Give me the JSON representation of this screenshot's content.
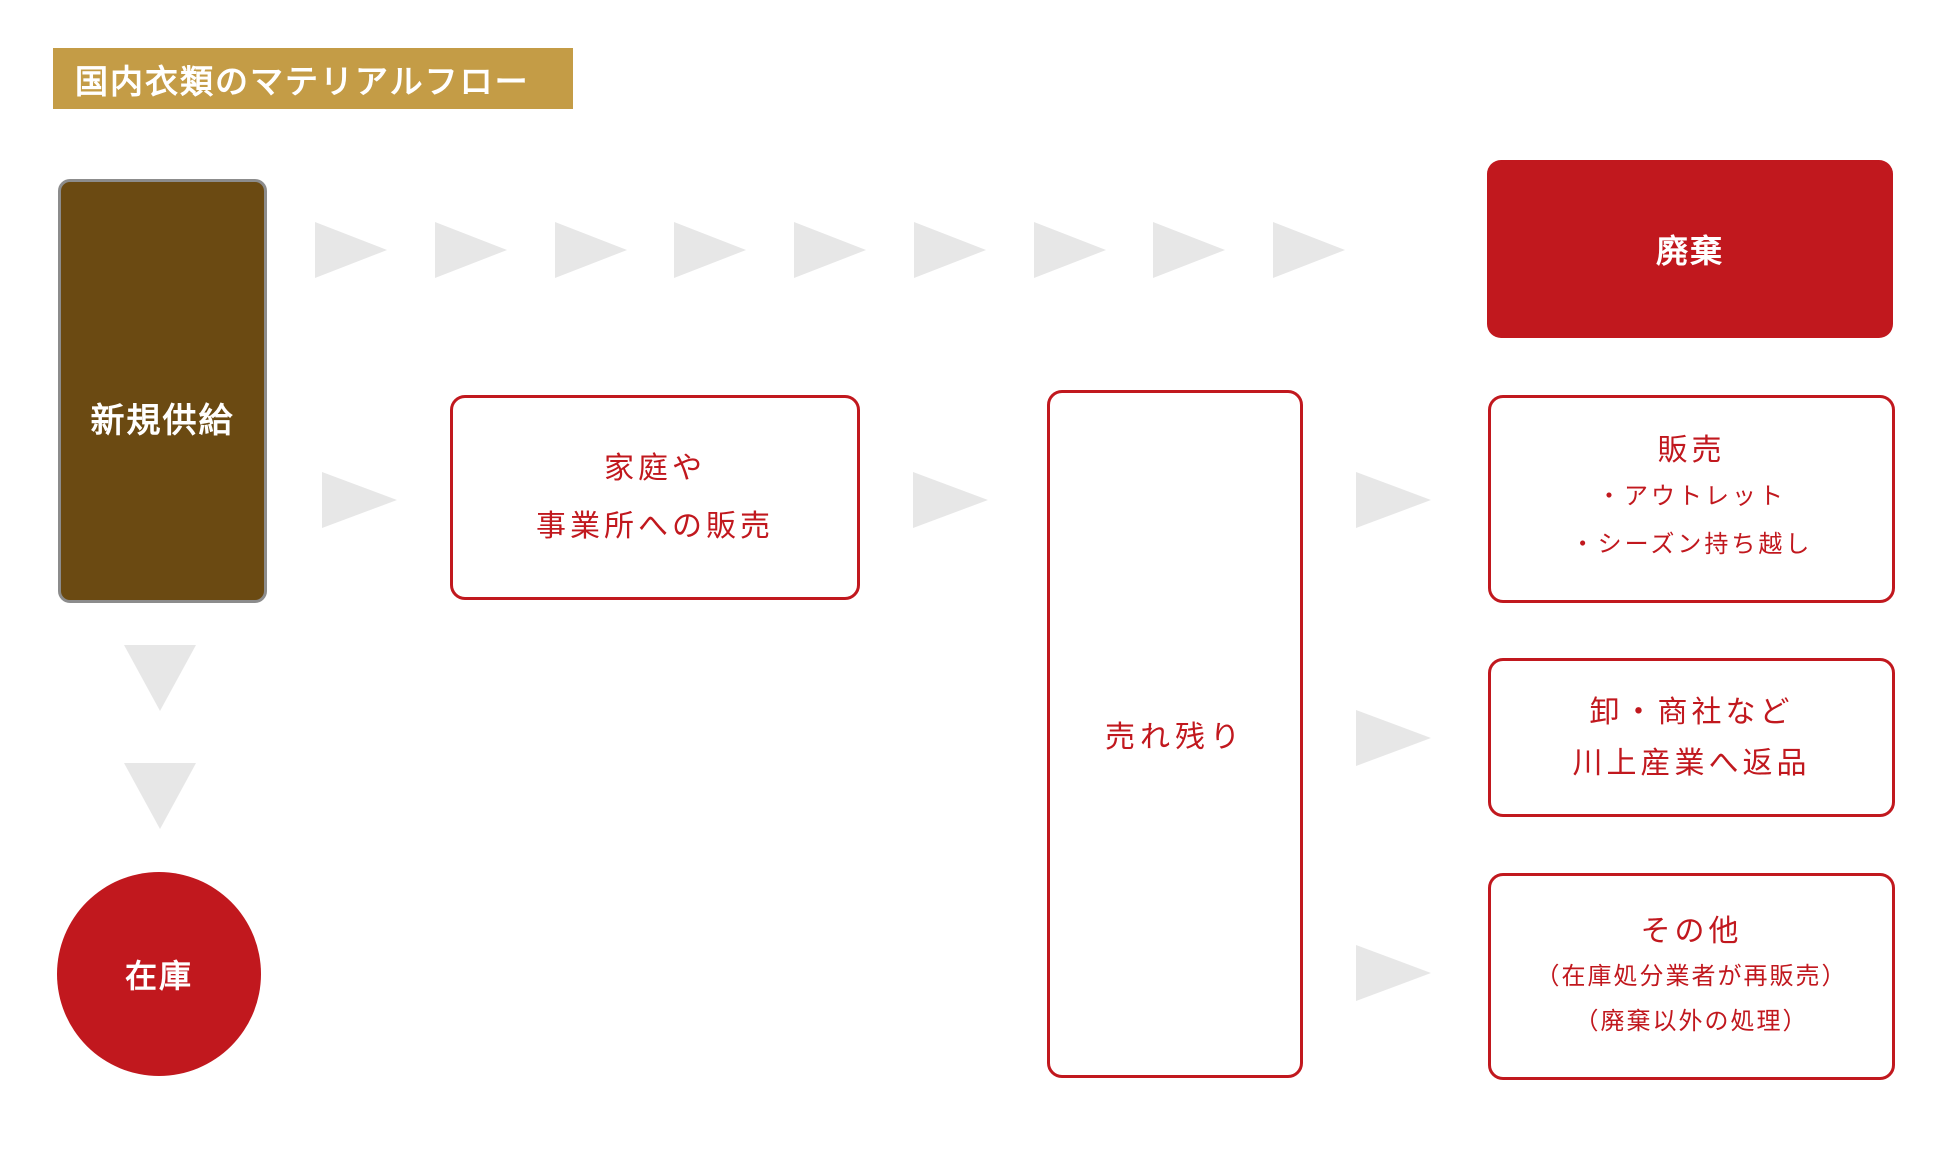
{
  "title": "国内衣類のマテリアルフロー",
  "colors": {
    "gold": "#C49C46",
    "brown": "#6B4A12",
    "red": "#C1181E",
    "arrow_gray": "#E7E7E7",
    "box_border_gray": "#8C8C8C"
  },
  "icons": {
    "flow_arrow_right": "triangle-right",
    "flow_arrow_down": "triangle-down"
  },
  "nodes": {
    "new_supply": {
      "label": "新規供給"
    },
    "disposal": {
      "label": "廃棄"
    },
    "household_sales": {
      "lines": [
        "家庭や",
        "事業所への販売"
      ]
    },
    "unsold": {
      "label": "売れ残り"
    },
    "sales": {
      "title": "販売",
      "bullets": [
        "・アウトレット",
        "・シーズン持ち越し"
      ]
    },
    "returns": {
      "lines": [
        "卸・商社など",
        "川上産業へ返品"
      ]
    },
    "other": {
      "title": "その他",
      "notes": [
        "（在庫処分業者が再販売）",
        "（廃棄以外の処理）"
      ]
    },
    "inventory": {
      "label": "在庫"
    }
  }
}
